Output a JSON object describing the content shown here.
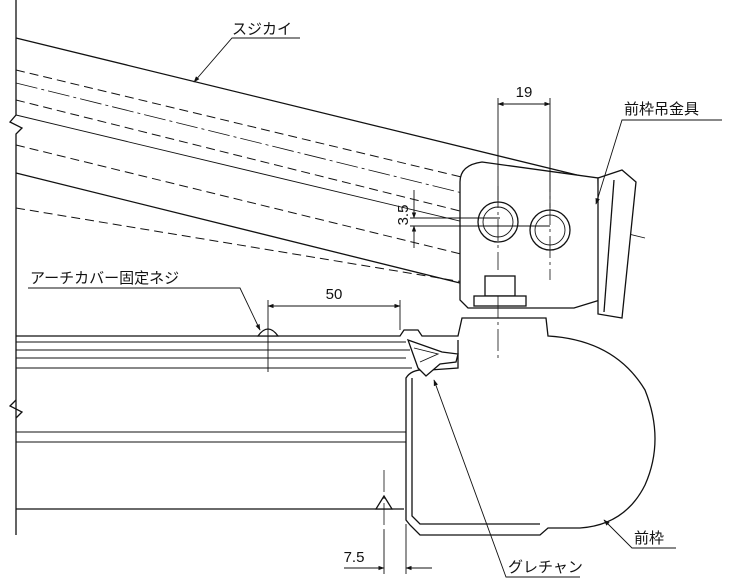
{
  "labels": {
    "brace": "スジカイ",
    "front_frame_bracket": "前枠吊金具",
    "arch_cover_screw": "アーチカバー固定ネジ",
    "front_frame": "前枠",
    "glazing_channel": "グレチャン"
  },
  "dimensions": {
    "bolt_pitch": "19",
    "bolt_offset": "3.5",
    "screw_distance": "50",
    "bottom_offset": "7.5"
  }
}
